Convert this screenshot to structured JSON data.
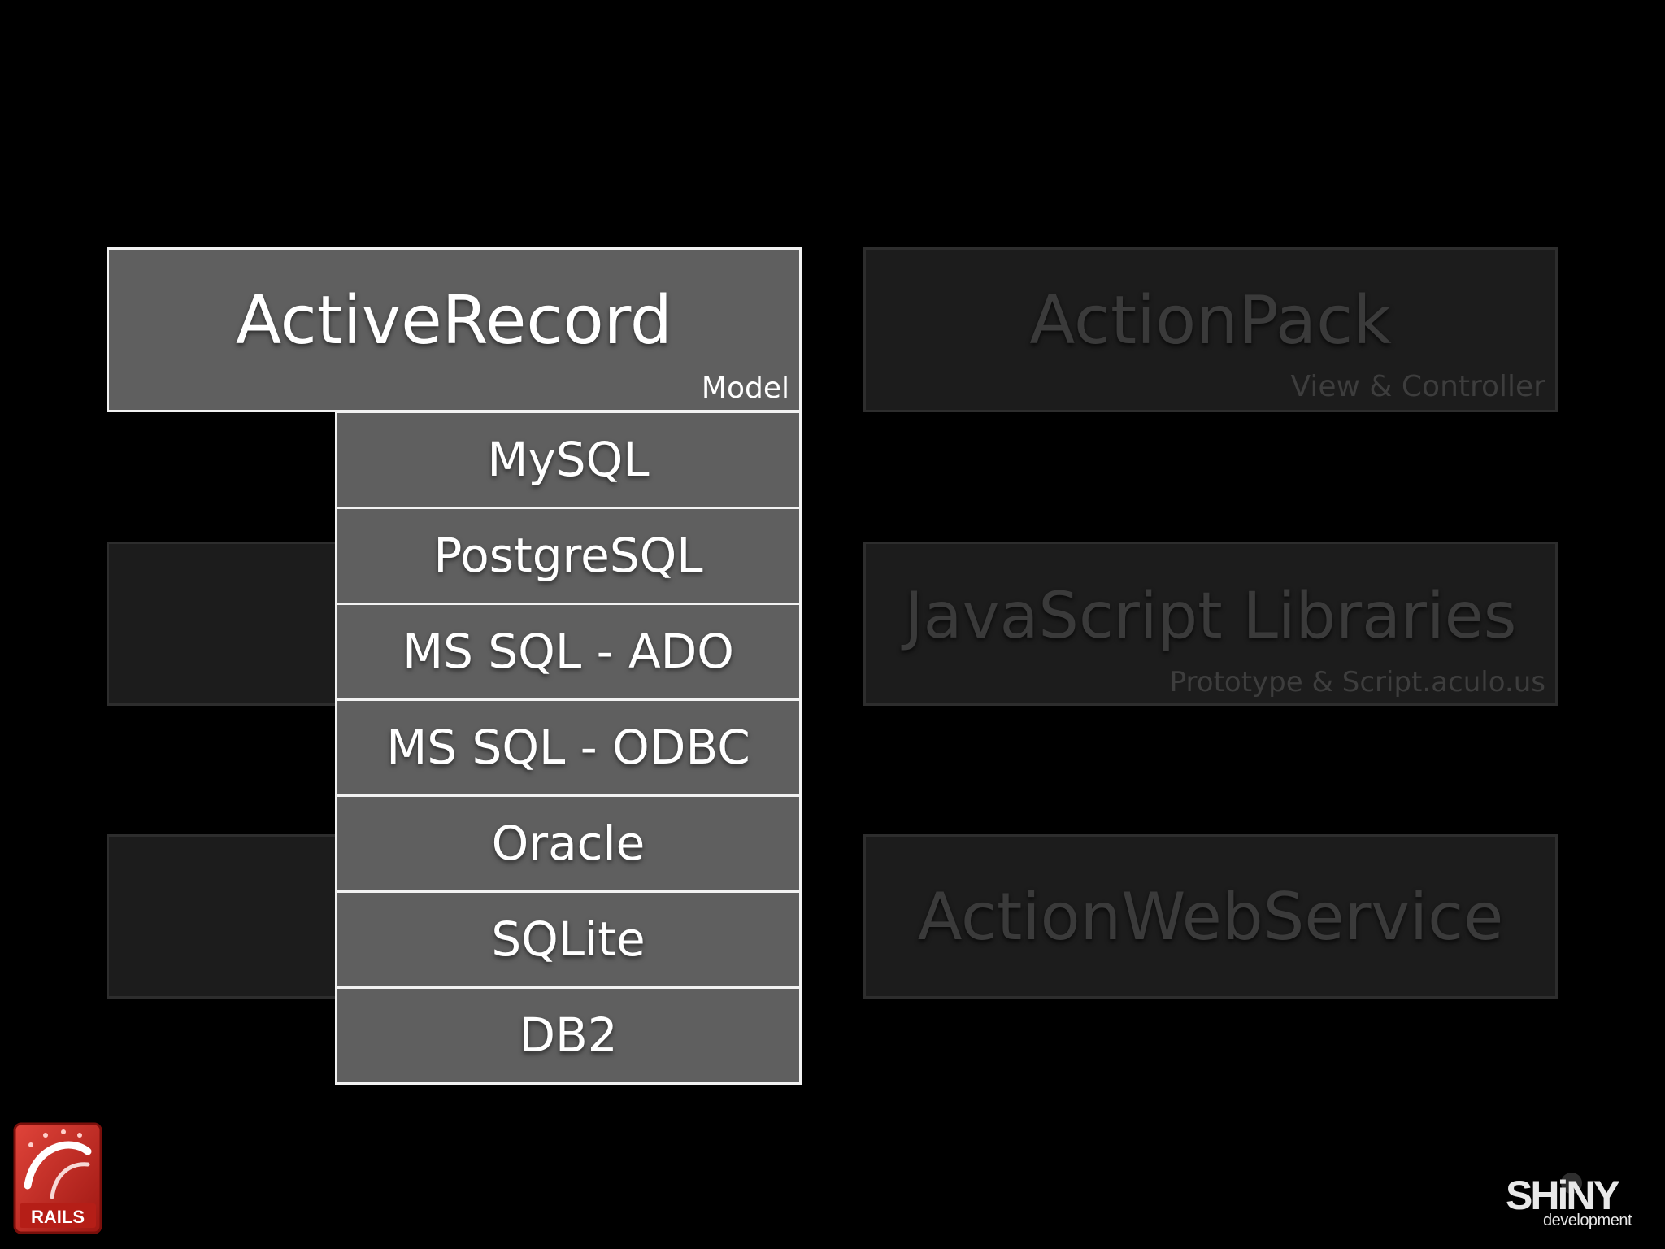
{
  "slide": {
    "boxes": {
      "activerecord": {
        "title": "ActiveRecord",
        "subtitle": "Model"
      },
      "actionpack": {
        "title": "ActionPack",
        "subtitle": "View & Controller"
      },
      "left_middle": {
        "title": "Act"
      },
      "javascript": {
        "title": "JavaScript Libraries",
        "subtitle": "Prototype & Script.aculo.us"
      },
      "left_bottom": {
        "title": "Ac"
      },
      "actionwebservice": {
        "title": "ActionWebService"
      }
    },
    "databases": [
      "MySQL",
      "PostgreSQL",
      "MS SQL - ADO",
      "MS SQL - ODBC",
      "Oracle",
      "SQLite",
      "DB2"
    ]
  },
  "logos": {
    "rails": "RAILS",
    "brand_main": "SHiNY",
    "brand_sub": "development"
  },
  "colors": {
    "background": "#000000",
    "active_box": "#5f5f5f",
    "active_border": "#f2f2f2",
    "faded_box": "#1c1c1c",
    "rails_red": "#c8231c"
  }
}
